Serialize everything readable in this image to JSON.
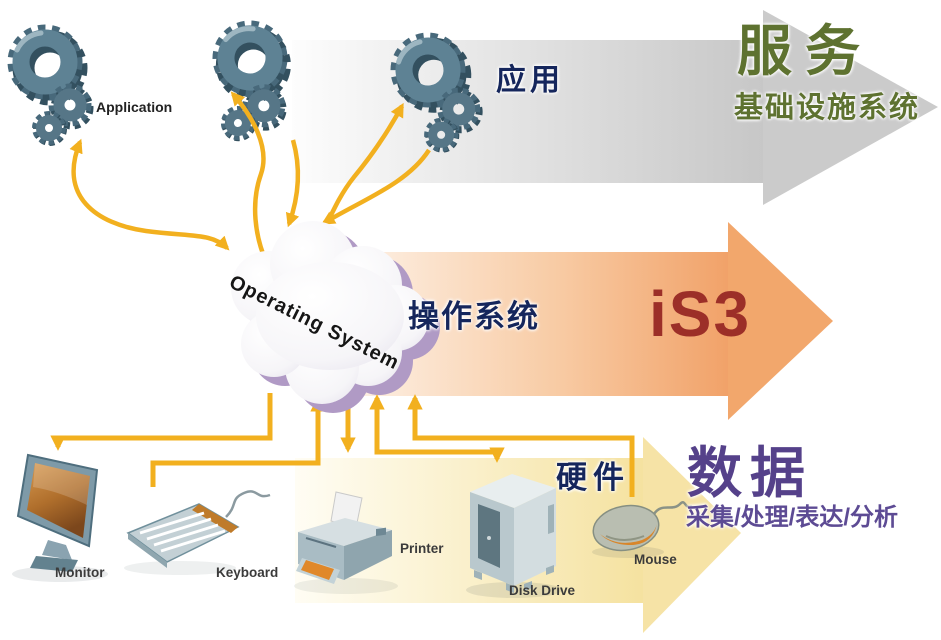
{
  "title": "iS3 operating system analogy diagram",
  "colors": {
    "connector_yellow": "#F2B01F",
    "services_olive": "#5E7230",
    "label_navy": "#15265C",
    "is3_red": "#9C2F28",
    "data_purple": "#55418A",
    "cloud_lavender": "#AE95C2",
    "gear_slate": "#52707F",
    "services_arrow_gray": "#C9C9C9",
    "is3_arrow_orange": "#F2A76C",
    "data_arrow_cream": "#F5E3A4"
  },
  "application_layer": {
    "gear_caption": "Application",
    "layer_label": "应用",
    "arrow": {
      "title": "服务",
      "subtitle": "基础设施系统"
    }
  },
  "os_layer": {
    "cloud_label": "Operating System",
    "layer_label": "操作系统",
    "arrow": {
      "title": "iS3"
    }
  },
  "hardware_layer": {
    "layer_label": "硬件",
    "arrow": {
      "title": "数据",
      "subtitle": "采集/处理/表达/分析"
    },
    "devices": [
      {
        "label": "Monitor"
      },
      {
        "label": "Keyboard"
      },
      {
        "label": "Printer"
      },
      {
        "label": "Disk Drive"
      },
      {
        "label": "Mouse"
      }
    ]
  }
}
